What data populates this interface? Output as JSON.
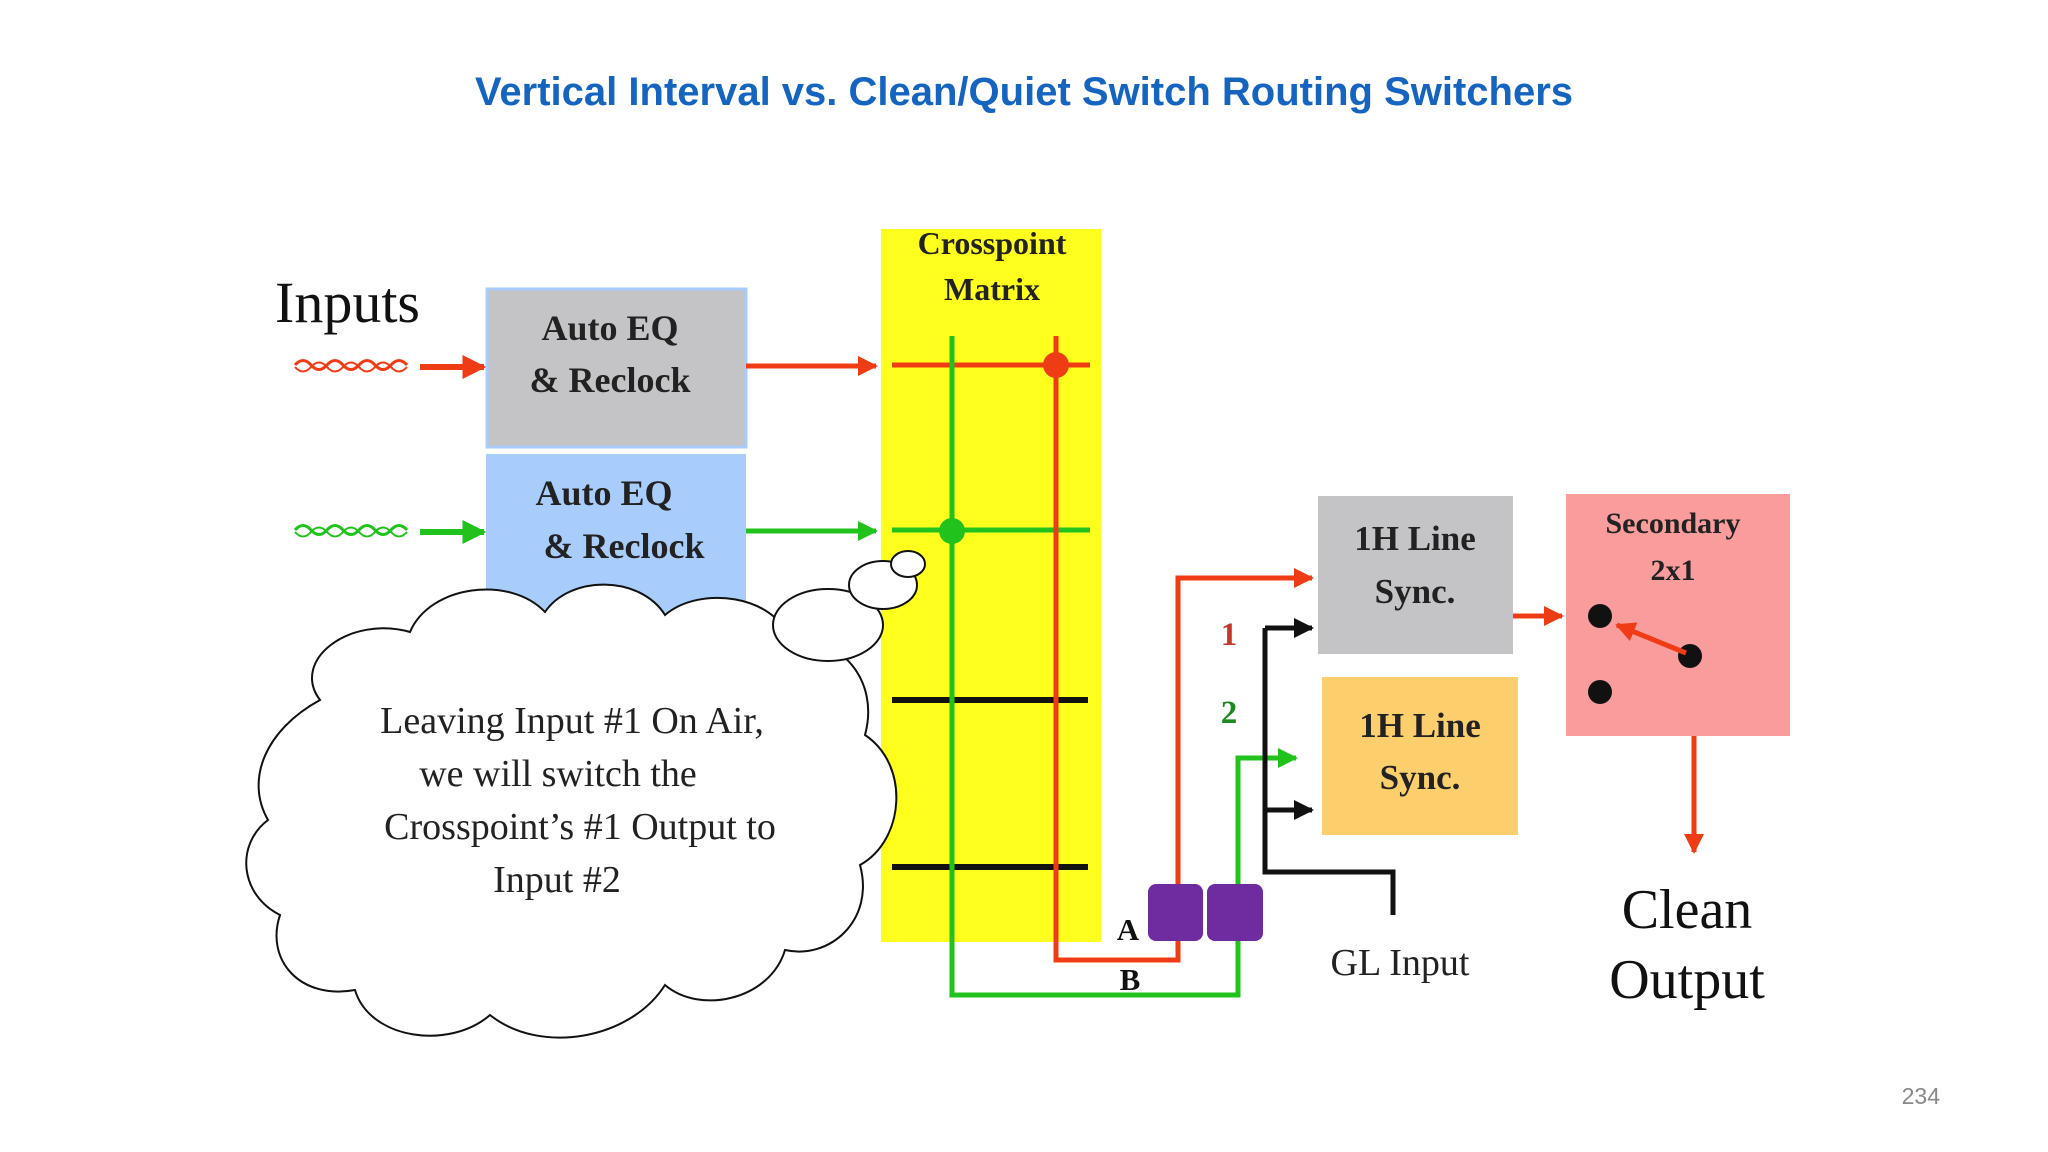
{
  "title": "Vertical Interval vs. Clean/Quiet Switch Routing Switchers",
  "page_number": "234",
  "diagram": {
    "inputs_label": "Inputs",
    "auto_eq_1": [
      "Auto EQ",
      "& Reclock"
    ],
    "auto_eq_2": [
      "Auto EQ",
      "& Reclock"
    ],
    "crosspoint": [
      "Crosspoint",
      "Matrix"
    ],
    "line_sync_1": [
      "1H Line",
      "Sync."
    ],
    "line_sync_2": [
      "1H Line",
      "Sync."
    ],
    "secondary": [
      "Secondary",
      "2x1"
    ],
    "label_1": "1",
    "label_2": "2",
    "label_a": "A",
    "label_b": "B",
    "gl_input": "GL Input",
    "clean_output": [
      "Clean",
      "Output"
    ],
    "thought_bubble": [
      "Leaving Input #1 On Air,",
      "we will switch the",
      "Crosspoint’s  #1 Output to",
      "Input #2"
    ]
  },
  "colors": {
    "title": "#1565c0",
    "signal_red": "#f03c14",
    "signal_green": "#22c21c",
    "crosspoint_yellow": "#ffff1e",
    "auto_eq_gray": "#c4c4c6",
    "auto_eq_blue": "#a8cdfc",
    "line_sync_gray": "#c4c4c6",
    "line_sync_orange": "#fdcf6c",
    "secondary_pink": "#fb9c9c",
    "buffer_purple": "#6e2ca0"
  }
}
